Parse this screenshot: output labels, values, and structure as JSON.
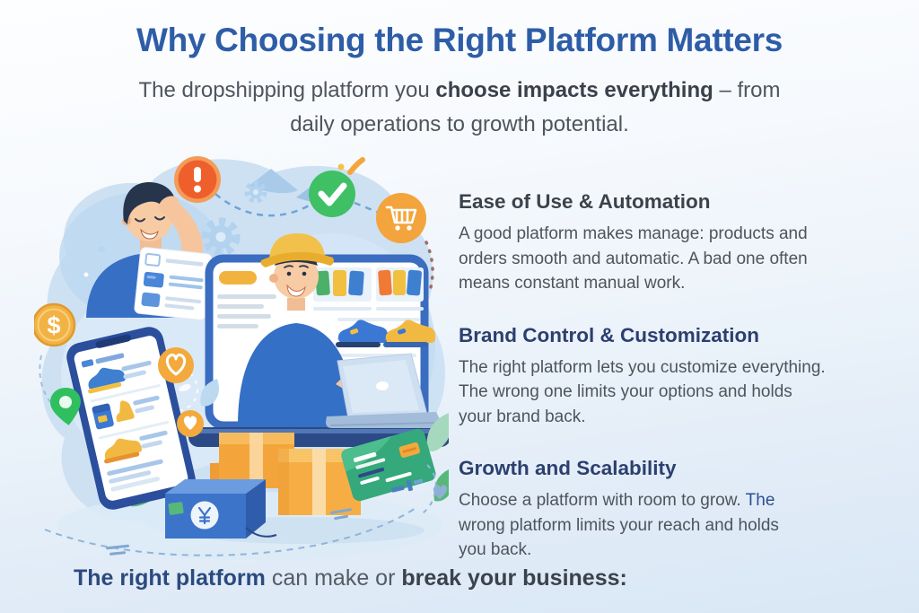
{
  "header": {
    "title": "Why Choosing the Right Platform Matters",
    "subtitle": {
      "line1_part1": "The dropshipping platform you ",
      "line1_bold": "choose impacts everything",
      "line1_part2": " – from",
      "line2": "daily operations to growth potential."
    }
  },
  "benefits": {
    "sections": [
      {
        "heading": "Ease of Use & Automation",
        "heading_color": "#3b424a",
        "body": "A good platform makes manage: products and\norders smooth and automatic. A bad one often\nmeans constant manual work."
      },
      {
        "heading": "Brand Control & Customization",
        "heading_color": "#2c3f6e",
        "body": "The right platform lets you customize everything.\nThe wrong one limits your options and holds\nyour brand back."
      },
      {
        "heading": "Growth and Scalability",
        "heading_color": "#2c3f6e",
        "body_part1": "Choose a platform with room to grow. ",
        "body_highlight": "The",
        "body_part2": "\nwrong platform limits your reach and holds\nyou back."
      }
    ]
  },
  "footer": {
    "bold_navy": "The right platform",
    "regular": " can make or ",
    "bold_dark": "break your business:"
  },
  "illustration": {
    "dollar_symbol": "$",
    "icons": [
      "exclamation-icon",
      "checkmark-icon",
      "cart-icon",
      "dollar-coin-icon",
      "heart-icon",
      "location-pin-icon",
      "gear-icon",
      "package-box-icon",
      "credit-card-icon",
      "smartphone-icon",
      "monitor-icon",
      "laptop-icon",
      "leaf-icon"
    ],
    "colors": {
      "alert_orange": "#ee5f2c",
      "check_green": "#3fc065",
      "amber_badge": "#f3a43c",
      "coin_gold": "#f3b244",
      "monitor_frame_blue": "#3a6cc0",
      "shirt_blue": "#3470c6",
      "phone_navy": "#2b4f9d",
      "box_orange": "#f4a73e",
      "card_green": "#35a87c",
      "pin_green": "#2fbf5f",
      "leaf_green": "#58b87a",
      "blob_light_blue": "#cde1f3"
    },
    "theme": {
      "title_blue": "#2e5da7",
      "navy_heading": "#2c3f6e",
      "charcoal_heading": "#3b424a",
      "body_gray": "#4d545c"
    }
  }
}
